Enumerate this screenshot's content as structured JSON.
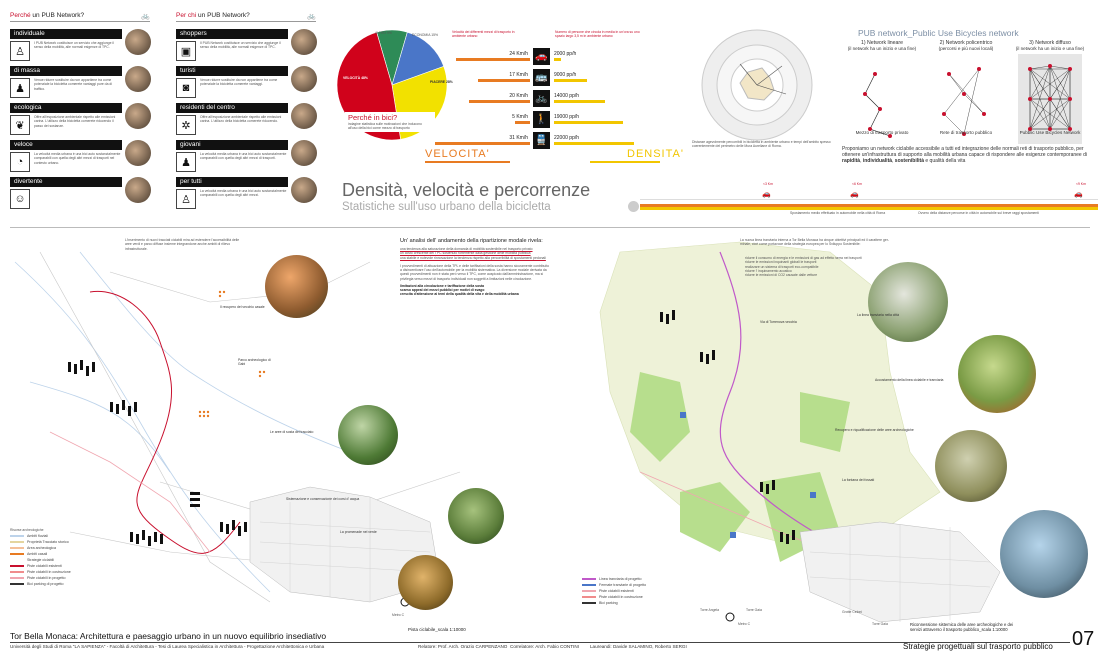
{
  "colors": {
    "orange": "#e87b22",
    "yellow": "#f2c600",
    "red": "#c8102e",
    "green": "#b9dc8f",
    "lightgreen": "#e7f0c9",
    "violet": "#c059c9",
    "blue": "#4a76c8"
  },
  "left_col": {
    "heading": "Perché",
    "heading_rest": "un PUB Network?",
    "items": [
      {
        "label": "individuale",
        "icon": "person-icon",
        "text": "I PUB Network costituisce un servizio che aggiunge il senso della mobilità, alle normali esigenze di TPC."
      },
      {
        "label": "di massa",
        "icon": "group-icon",
        "text": "Venue ridurre sostituire da non appartiene tra come potenziale la bicicletta comerete vantaggi pure da di traffico."
      },
      {
        "label": "ecologica",
        "icon": "leaf-icon",
        "text": "Offre all'esposizione ambientale rispetto alle emissioni carina. L'utilizzo della bicicletta comerete riducendo il passo dei sostanze."
      },
      {
        "label": "veloce",
        "icon": "clock-icon",
        "text": "La velocità media urbana è una bici auto sostanzialmente comparabili con quella degli altri mezzi di trasporti nel contesto urbano."
      },
      {
        "label": "divertente",
        "icon": "smile-icon",
        "text": ""
      }
    ]
  },
  "mid_col": {
    "heading": "Per chi",
    "heading_rest": "un PUB Network?",
    "items": [
      {
        "label": "shoppers",
        "icon": "bag-icon",
        "text": "Il PUB Network costituisce un servizio che aggiunge il senso della mobilità, alle normali esigenze di TPC."
      },
      {
        "label": "turisti",
        "icon": "camera-icon",
        "text": "Venue ridurre sostituire da non appartiene tra come potenziale la bicicletta comerete vantaggi."
      },
      {
        "label": "residenti del centro",
        "icon": "bike-wheel-icon",
        "text": "Offre all'esposizione ambientale rispetto alle emissioni carina. L'utilizzo della bicicletta comerete riducendo."
      },
      {
        "label": "giovani",
        "icon": "people-icon",
        "text": "La velocità media urbana è una bici auto sostanzialmente comparabili con quella degli altri mezzi di trasporti."
      },
      {
        "label": "per tutti",
        "icon": "family-icon",
        "text": "La velocità media urbana è una bici auto sostanzialmente comparabili con quella degli altri mezzi."
      }
    ]
  },
  "pie": {
    "labels": [
      "ALTRO 9%",
      "ECONOMIA 15%",
      "PIACERE 28%",
      "VELOCITÀ 48%"
    ],
    "note": "Perché in bici?",
    "note_sub": "indagine statistica sulle motivazioni che inducono all'uso della bici come mezzo di trasporto",
    "chart_data": {
      "type": "pie",
      "categories": [
        "ALTRO",
        "ECONOMIA",
        "PIACERE",
        "VELOCITÀ"
      ],
      "values": [
        9,
        15,
        28,
        48
      ],
      "colors": [
        "#2e8b57",
        "#4a76c8",
        "#f2e100",
        "#d0021b"
      ]
    }
  },
  "speed": {
    "title_speed": "Velocità dei differenti mezzi di trasporto in ambiente urbano",
    "title_density": "Numero di persone che circola in media in un'ora su uno spazio largo 3,5 m in ambiente urbano",
    "rows": [
      {
        "speed": "24 Km/h",
        "density": "2000 pp/h",
        "icon": "car-icon",
        "glyph": "🚗"
      },
      {
        "speed": "17 Km/h",
        "density": "9000 pp/h",
        "icon": "bus-icon",
        "glyph": "🚌"
      },
      {
        "speed": "20 Km/h",
        "density": "14000 pp/h",
        "icon": "bicycle-icon",
        "glyph": "🚲"
      },
      {
        "speed": "5 Km/h",
        "density": "19000 pp/h",
        "icon": "pedestrian-icon",
        "glyph": "🚶"
      },
      {
        "speed": "31 Km/h",
        "density": "22000 pp/h",
        "icon": "train-icon",
        "glyph": "🚆"
      }
    ],
    "velocita": "VELOCITA'",
    "densita": "DENSITA'",
    "chart_data": {
      "type": "bar",
      "categories": [
        "auto",
        "bus",
        "bici",
        "pedoni",
        "treno"
      ],
      "series": [
        {
          "name": "VELOCITA'",
          "values": [
            24,
            17,
            20,
            5,
            31
          ]
        },
        {
          "name": "DENSITA'",
          "values": [
            2000,
            9000,
            14000,
            19000,
            22000
          ]
        }
      ]
    }
  },
  "radar_caption": "Distanze agevolmente percorribili in bicicletta in ambiente urbano e tempi dell'ambito spesso coerentemente del perimetro delle Mura Aureliane di Roma.",
  "network": {
    "title": "PUB network_Public Use Bicycles network",
    "cols": [
      {
        "head": "1) Network lineare",
        "sub": "(il network ha un inizio e una fine)",
        "foot": "Mezzo di trasporto privato"
      },
      {
        "head": "2) Network policentrico",
        "sub": "(percorsi e più nuovi locali)",
        "foot": "Rete di trasporto pubblico"
      },
      {
        "head": "3) Network diffuso",
        "sub": "(il network ha un inizio e una fine)",
        "foot": "Pubblic Use Bicycles Network"
      }
    ],
    "desc": "Proponiamo un network ciclabile accessibile a tutti ed integrazione delle normali reti di trasporto pubblico, per ottenere un'infrastruttura di supporto alla mobilità urbana capace di rispondere alle esigenze contemporanee di",
    "desc_bold1": "rapidità",
    "desc_bold2": "individualità",
    "desc_mid": ", ",
    "desc_and": " e ",
    "desc_bold3": "sostenibilità",
    "desc_end": " e qualità della vita"
  },
  "title": {
    "main": "Densità, velocità e percorrenze",
    "sub": "Statistiche sull'uso urbano della bicicletta"
  },
  "timeline": {
    "marks": [
      "<3 Km",
      "<6 Km",
      "<9 Km"
    ],
    "caption1": "Spostamento medio effettuato in automobile nella città di Roma",
    "caption2": "Ovvero della distanze percorse in città in automobile sul breve raggi spostamenti"
  },
  "left_map": {
    "intro": "L'inserimento di nuovi tracciati ciclabili mira ad estendere l'accessibilità delle aree verdi e parco diffuse insieme integrandone anche ambiti di rilievo infrastrutturale.",
    "analysis_title": "Un' analisi dell' andamento della ripartizione modale rivela:",
    "analysis_items": [
      "una tendenza alla saturazione della domanda di mobilità sostenibile nel trasporto privato",
      "un costo crescente dei TPC sostenuto fortemente dalla gestione delle mobilità pubblica",
      "una stabile e notevole rinnovazione la tendenza rispetto alla percorribilità di spostamenti pedonali"
    ],
    "body": "I provvedimenti di attuazione della TPL e delle tariffazioni della sosta hanno sicuramente contribuito a disincentivare l'uso dell'automobile per la mobilità sistematica. La diversione modale derivata da questi provvedimenti non è stata però verso il TPC, come auspicato dall'amministrazione, ma si privilegia verso mezzi di trasporto individuali non soggetti a limitazioni nelle circolazione.",
    "bullets": [
      "limitazioni alla circolazione e tariffazione della sosta",
      "scarso appeal dei mezzi pubblici per motivi di svago",
      "crescita d'attenzione ai temi della qualità della vita e della mobilità urbana"
    ],
    "callouts": [
      "Il recupero del vecchio casale",
      "Parco archeologico di Gabi",
      "Le aree di sosta del tracciato",
      "Sistemazione e conservazione dei corsi d' acqua",
      "La promenade nel verde"
    ],
    "legend_title": "Risorse archeologiche",
    "legend": [
      "Ambiti fluviali",
      "Proprietà Tracciato storico",
      "Area archeologica",
      "Ambiti casali",
      "Strategie ciclabili",
      "Piste ciclabili esistenti",
      "Piste ciclabili in costruzione",
      "Piste ciclabili in progetto",
      "Bici parking di progetto"
    ],
    "scale": "Pista ciclabile_scala 1:10000",
    "metro": "Metro C"
  },
  "right_map": {
    "intro": "La nuova linea tranviaria interna a Tor Bella Monaca ha cinque obiettivi principali ed il carattere ger- minale, cioè come portavoce della strategia europea per lo Sviluppo Sostenibile:",
    "items": [
      "ridurre il consumo di energia e le emissioni di gas ad effetto serra nei trasporti",
      "ridurre le emissioni inquinanti globali le trasporti",
      "realizzare un sistema di trasporti eco-compatibile",
      "ridurre l' inquinamento acustico",
      "ridurre le emissioni di CO2 causate dalle vetture"
    ],
    "callouts": [
      "La linea tranviaria nella città",
      "Via di Torrenova vecchia",
      "Accostamento della linea ciclabile e tranviaria",
      "Recupero e riqualificazione delle aree archeologiche",
      "La fontana dei fossati",
      "Riconnessione sistemica delle aree archeologiche e dei servizi attraverso il trasporto pubblico_scala 1:10000"
    ],
    "legend": [
      "Linea tranviaria di progetto",
      "Fermate tranviarie di progetto",
      "Piste ciclabili esistenti",
      "Piste ciclabili in costruzione",
      "Bici parking"
    ],
    "stations": [
      "Torre Angela",
      "Torre Gaia",
      "Metro C",
      "Grotte Celoni",
      "Torre Gaia"
    ]
  },
  "footer": {
    "title": "Tor Bella Monaca: Architettura e paesaggio urbano in un nuovo equilibrio insediativo",
    "uni": "Università degli Studi di Roma \"LA SAPIENZA\" - Facoltà di Architettura - Tesi di Laurea Specialistica in Architettura - Progettazione Architettonica e Urbana",
    "relatore": "Relatore: Prof. Arch. Orazio CARPENZANO",
    "correlatore": "Correlatore: Arch. Fabio CONTINI",
    "laureandi": "Laureandi: Davide SALAMINO, Roberto SERGI",
    "right": "Strategie progettuali sul trasporto pubblico",
    "page": "07"
  }
}
